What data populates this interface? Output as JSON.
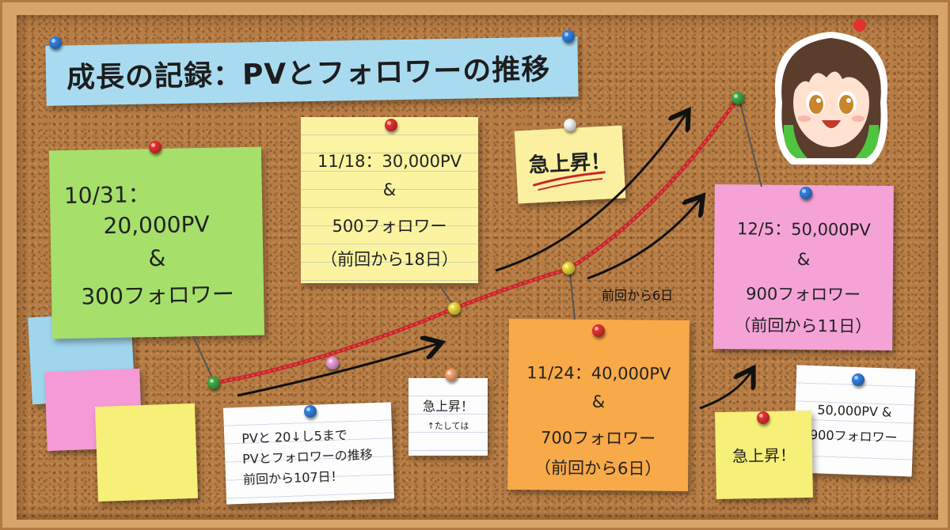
{
  "title": "成長の記録：PVとフォロワーの推移",
  "notes": {
    "oct31": {
      "line1": "10/31：",
      "line2": "20,000PV",
      "line3": "&",
      "line4": "300フォロワー"
    },
    "nov18": {
      "line1": "11/18：30,000PV",
      "line2": "&",
      "line3": "500フォロワー",
      "line4": "（前回から18日）"
    },
    "nov24": {
      "line1": "11/24：40,000PV",
      "line2": "&",
      "line3": "700フォロワー",
      "line4": "（前回から6日）"
    },
    "dec5": {
      "line1": "12/5：50,000PV",
      "line2": "&",
      "line3": "900フォロワー",
      "line4": "（前回から11日）"
    },
    "surge_top": "急上昇！",
    "surge_small": {
      "line1": "急上昇！",
      "line2": "↑たしては"
    },
    "surge_bottom": "急上昇！",
    "gap_label": "前回から6日",
    "summary": {
      "line1": "PVと 20↓し5まで",
      "line2": "PVとフォロワーの推移",
      "line3": "前回から107日！"
    },
    "small_right": {
      "line1": "50,000PV &",
      "line2": "900フォロワー"
    }
  },
  "colors": {
    "green_note": "#a6e06a",
    "yellow_note": "#fbf3a0",
    "orange_note": "#f8a948",
    "pink_note": "#f5a3d6",
    "title_note": "#a8dbf0",
    "string": "#c8262b"
  },
  "icons": [
    "push-pin-icon",
    "arrow-icon",
    "character-avatar-icon"
  ]
}
